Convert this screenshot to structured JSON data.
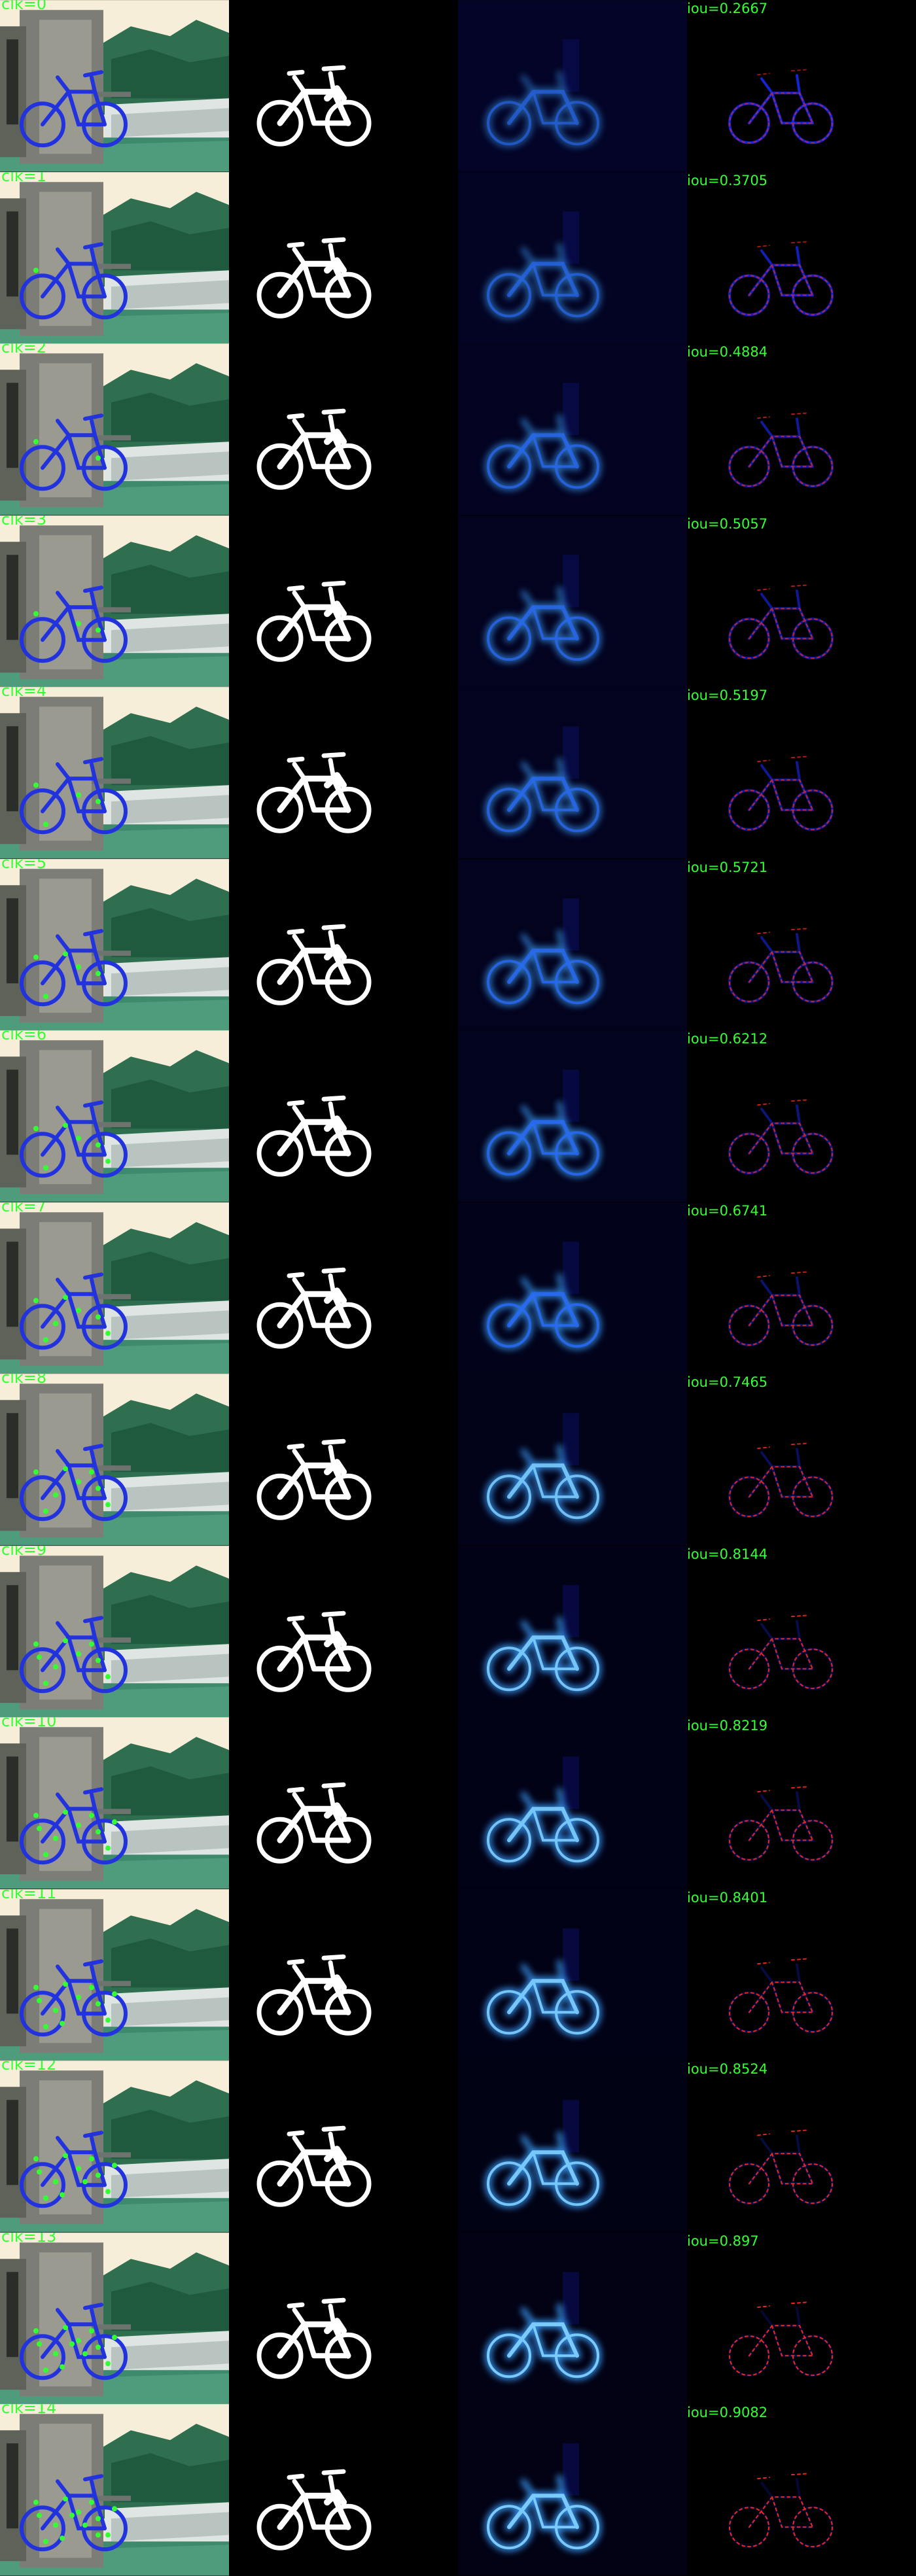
{
  "panels": [
    "image",
    "ground_truth_mask",
    "prediction_heatmap",
    "error_overlay"
  ],
  "colors": {
    "label_text": "#33ff33",
    "background": "#000000",
    "mask": "#ffffff",
    "heatmap_glow": "#3aa0ff",
    "overlay_blue": "#1a2cff",
    "overlay_red": "#ff2a1a"
  },
  "rows": [
    {
      "click_label": "clk=0",
      "iou_label": "iou=0.2667",
      "iou": 0.2667
    },
    {
      "click_label": "clk=1",
      "iou_label": "iou=0.3705",
      "iou": 0.3705
    },
    {
      "click_label": "clk=2",
      "iou_label": "iou=0.4884",
      "iou": 0.4884
    },
    {
      "click_label": "clk=3",
      "iou_label": "iou=0.5057",
      "iou": 0.5057
    },
    {
      "click_label": "clk=4",
      "iou_label": "iou=0.5197",
      "iou": 0.5197
    },
    {
      "click_label": "clk=5",
      "iou_label": "iou=0.5721",
      "iou": 0.5721
    },
    {
      "click_label": "clk=6",
      "iou_label": "iou=0.6212",
      "iou": 0.6212
    },
    {
      "click_label": "clk=7",
      "iou_label": "iou=0.6741",
      "iou": 0.6741
    },
    {
      "click_label": "clk=8",
      "iou_label": "iou=0.7465",
      "iou": 0.7465
    },
    {
      "click_label": "clk=9",
      "iou_label": "iou=0.8144",
      "iou": 0.8144
    },
    {
      "click_label": "clk=10",
      "iou_label": "iou=0.8219",
      "iou": 0.8219
    },
    {
      "click_label": "clk=11",
      "iou_label": "iou=0.8401",
      "iou": 0.8401
    },
    {
      "click_label": "clk=12",
      "iou_label": "iou=0.8524",
      "iou": 0.8524
    },
    {
      "click_label": "clk=13",
      "iou_label": "iou=0.897",
      "iou": 0.897
    },
    {
      "click_label": "clk=14",
      "iou_label": "iou=0.9082",
      "iou": 0.9082
    }
  ]
}
